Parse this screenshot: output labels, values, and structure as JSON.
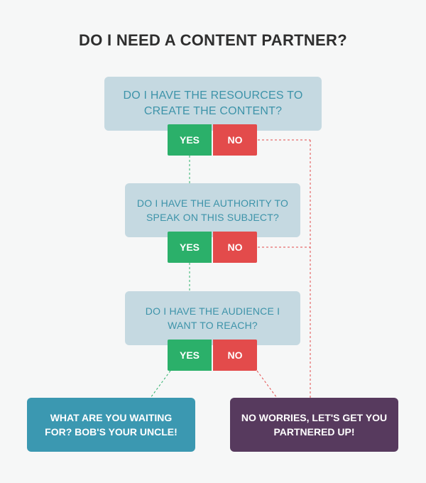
{
  "title": "DO I NEED A CONTENT PARTNER?",
  "questions": [
    "DO I HAVE THE RESOURCES TO CREATE THE CONTENT?",
    "DO I HAVE THE AUTHORITY TO SPEAK ON THIS SUBJECT?",
    "DO I HAVE THE AUDIENCE I WANT TO REACH?"
  ],
  "answers": {
    "yes": "YES",
    "no": "NO"
  },
  "outcomes": {
    "yes": "WHAT ARE YOU WAITING FOR? BOB'S YOUR UNCLE!",
    "no": "NO WORRIES, LET'S GET YOU PARTNERED UP!"
  },
  "colors": {
    "background": "#f6f7f7",
    "question_box": "#c5d9e1",
    "question_text": "#3d93a9",
    "yes": "#2bb06a",
    "no": "#e34b4b",
    "outcome_yes": "#3b98b1",
    "outcome_no": "#573a5e"
  }
}
